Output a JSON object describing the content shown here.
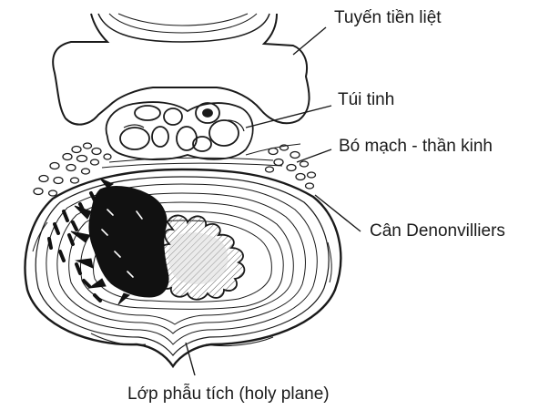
{
  "labels": {
    "prostate": "Tuyến tiền liệt",
    "seminal_vesicle": "Túi tinh",
    "neurovascular_bundle": "Bó mạch - thần kinh",
    "denonvilliers_fascia": "Cân Denonvilliers",
    "holy_plane": "Lớp phẫu tích (holy plane)"
  },
  "colors": {
    "ink": "#1a1a1a",
    "tumor": "#111111",
    "lumen_fill": "#d8d8d8",
    "background": "#ffffff"
  }
}
